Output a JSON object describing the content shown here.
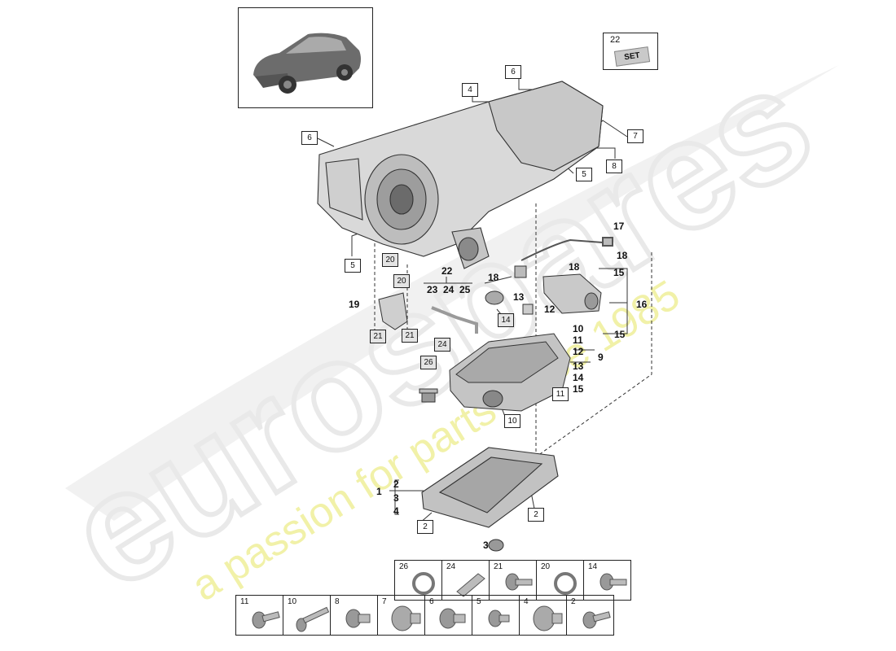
{
  "set_box": {
    "number": "22",
    "tag": "SET"
  },
  "boxes": [
    "4",
    "6",
    "6",
    "7",
    "8",
    "5",
    "5",
    "20",
    "20",
    "21",
    "21",
    "24",
    "26",
    "14",
    "11",
    "10",
    "2",
    "2"
  ],
  "labels": {
    "l22": "22",
    "l23": "23",
    "l24": "24",
    "l25": "25",
    "l17": "17",
    "l18a": "18",
    "l18b": "18",
    "l15a": "15",
    "l15b": "15",
    "l13": "13",
    "l12": "12",
    "l16": "16",
    "l19": "19",
    "l10": "10",
    "l11": "11",
    "l12b": "12",
    "l9": "9",
    "l13b": "13",
    "l14": "14",
    "l15c": "15",
    "l1": "1",
    "l2": "2",
    "l3": "3",
    "l4": "4",
    "l3b": "3"
  },
  "table_top": [
    {
      "num": "26",
      "icon": "ring-seal-icon"
    },
    {
      "num": "24",
      "icon": "tube-icon"
    },
    {
      "num": "21",
      "icon": "bolt-icon"
    },
    {
      "num": "20",
      "icon": "ring-seal-icon"
    },
    {
      "num": "14",
      "icon": "bolt-icon"
    }
  ],
  "table_bottom": [
    {
      "num": "11",
      "icon": "bolt-icon"
    },
    {
      "num": "10",
      "icon": "long-bolt-icon"
    },
    {
      "num": "8",
      "icon": "plug-icon"
    },
    {
      "num": "7",
      "icon": "flange-plug-icon"
    },
    {
      "num": "6",
      "icon": "plug-icon"
    },
    {
      "num": "5",
      "icon": "plug-icon"
    },
    {
      "num": "4",
      "icon": "flange-plug-icon"
    },
    {
      "num": "2",
      "icon": "bolt-icon"
    }
  ],
  "watermark": {
    "brand": "eurospares",
    "tagline": "a passion for parts since 1985"
  }
}
